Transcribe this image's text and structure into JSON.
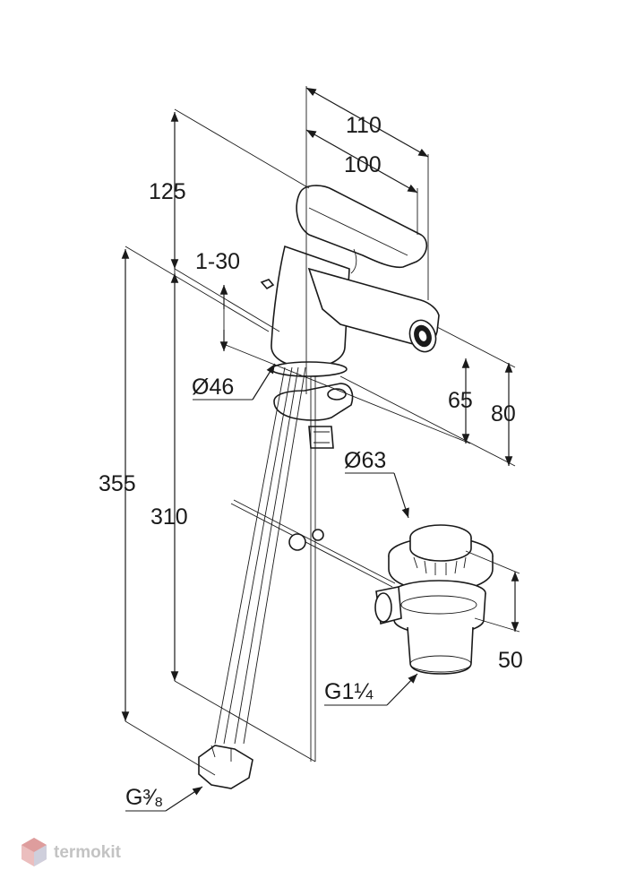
{
  "dimensions": {
    "width_overall": "110",
    "width_spout": "100",
    "height_top": "125",
    "lever_angle": "1-30",
    "body_diameter": "Ø46",
    "spout_height": "65",
    "spout_top": "80",
    "height_total": "355",
    "height_hose": "310",
    "drain_diameter": "Ø63",
    "drain_height": "50",
    "drain_thread": "G1¼",
    "hose_thread": "G³⁄₈"
  },
  "watermark": {
    "brand": "termokit"
  }
}
